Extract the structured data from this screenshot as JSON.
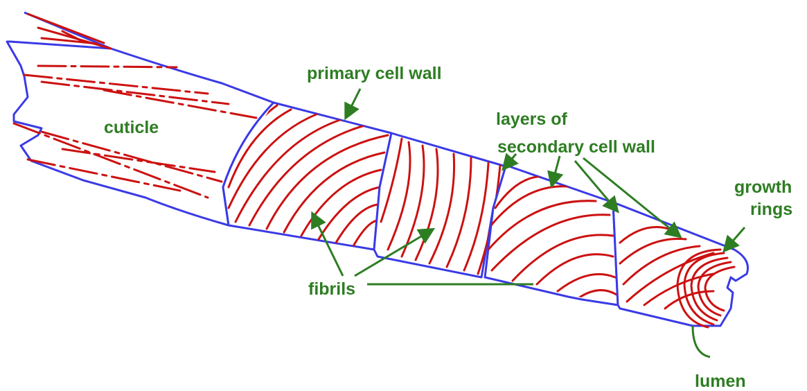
{
  "labels": {
    "primary_cell_wall": "primary cell wall",
    "cuticle": "cuticle",
    "layers_of": "layers of",
    "secondary_cell_wall": "secondary cell wall",
    "growth": "growth",
    "rings": "rings",
    "fibrils": "fibrils",
    "lumen": "lumen"
  },
  "colors": {
    "label_green": "#2e7d23",
    "outline_blue": "#3a3ae6",
    "fibril_red": "#cc1111"
  }
}
